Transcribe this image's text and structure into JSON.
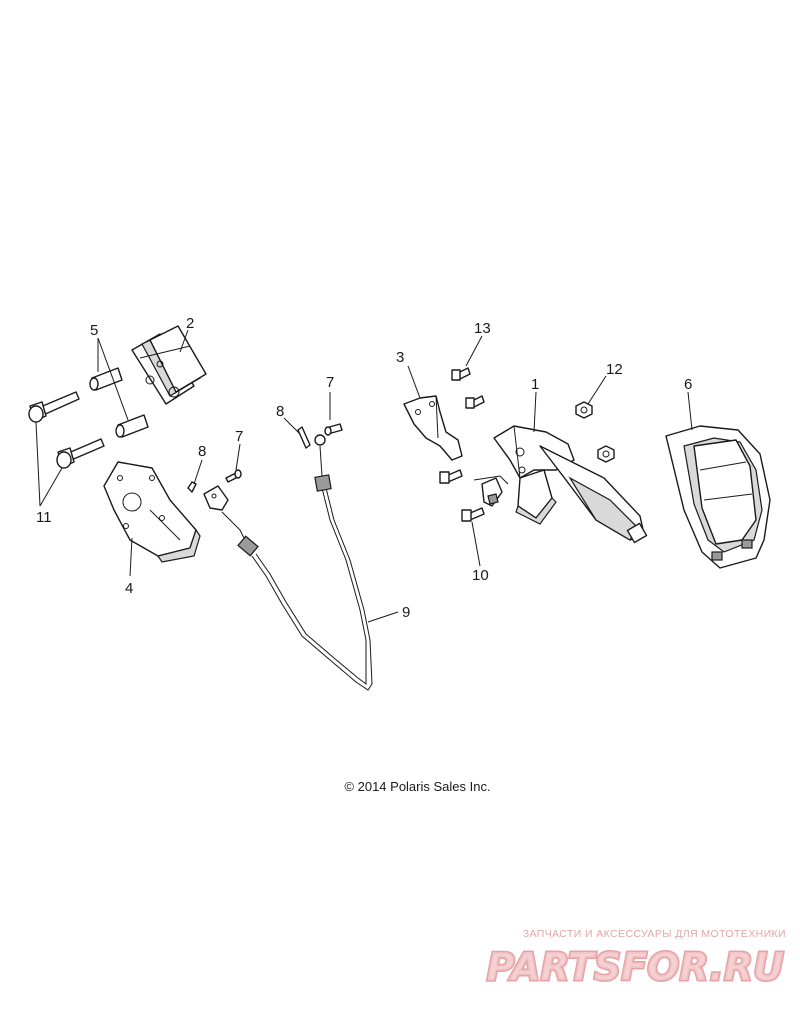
{
  "callouts": {
    "c1": "1",
    "c2": "2",
    "c3": "3",
    "c4": "4",
    "c5": "5",
    "c6": "6",
    "c7a": "7",
    "c7b": "7",
    "c8a": "8",
    "c8b": "8",
    "c9": "9",
    "c10": "10",
    "c11": "11",
    "c12": "12",
    "c13": "13"
  },
  "copyright": "© 2014 Polaris Sales Inc.",
  "watermark": {
    "tagline": "ЗАПЧАСТИ И АКСЕССУАРЫ ДЛЯ МОТОТЕХНИКИ",
    "logo_text": "PARTSFOR.RU",
    "color": "#d9383e"
  },
  "colors": {
    "line": "#1a1a1a",
    "background": "#ffffff",
    "watermark_accent": "#d9383e"
  }
}
